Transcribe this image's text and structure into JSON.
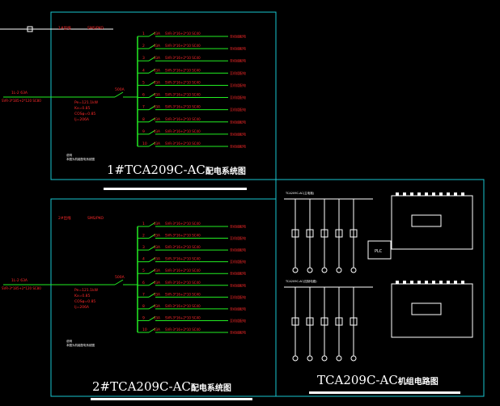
{
  "colors": {
    "background": "#000000",
    "frame": "#19c6cf",
    "feeder": "#ff2a2a",
    "busbar": "#22ee22",
    "note": "#ffffff",
    "equipment": "#ffffff"
  },
  "panels": [
    {
      "title_code": "1#TCA209C-AC",
      "title_cn": "配电系统图",
      "feeder_tag": "1L-2 63A",
      "main_breaker": "500A",
      "cable": "SVR-3*185+2*120 SC80",
      "top_input": "1#出线",
      "top_input_sub": "SMS/PKO"
    },
    {
      "title_code": "2#TCA209C-AC",
      "title_cn": "配电系统图",
      "feeder_tag": "1L-2 63A",
      "main_breaker": "500A",
      "cable": "SVR-3*185+2*120 SC80",
      "top_input": "2#出线",
      "top_input_sub": "SMS/PKO"
    }
  ],
  "params": [
    "Pe=121.1kW",
    "Kx=0.85",
    "COSφ=0.85",
    "Ij=206A"
  ],
  "circuit_breaker": "63A",
  "circuit_cable": "SVR-3*16+2*10 SC40",
  "circuit_load": "至机组配电",
  "circuit_numbers": [
    "1",
    "2",
    "3",
    "4",
    "5",
    "6",
    "7",
    "8",
    "9",
    "10"
  ],
  "notes": {
    "heading": "说明",
    "body": "本图为机组配电系统图"
  },
  "right_panel": {
    "title_code": "TCA209C-AC",
    "title_cn": "机组电路图",
    "sub1": "TCA209C-AC(主电路)",
    "sub2": "TCA209C-AC(控制电路)",
    "box_label": "PLC"
  }
}
